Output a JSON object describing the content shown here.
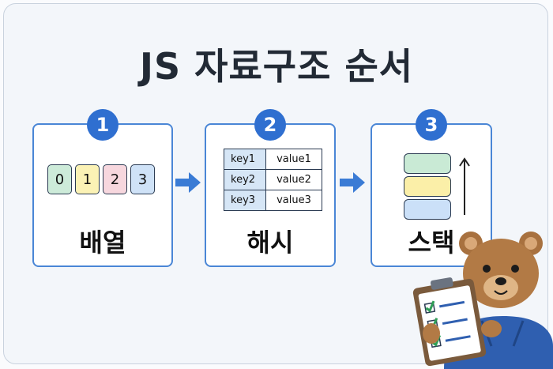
{
  "title": "JS 자료구조 순서",
  "steps": [
    {
      "number": "1",
      "label": "배열",
      "cells": [
        "0",
        "1",
        "2",
        "3"
      ]
    },
    {
      "number": "2",
      "label": "해시",
      "rows": [
        [
          "key1",
          "value1"
        ],
        [
          "key2",
          "value2"
        ],
        [
          "key3",
          "value3"
        ]
      ]
    },
    {
      "number": "3",
      "label": "스택"
    }
  ],
  "colors": {
    "accent": "#2f6fd0",
    "arrow": "#3a7bd5",
    "cell_colors": [
      "#cdebd9",
      "#fbf2b5",
      "#f7d7de",
      "#cfe2f7"
    ],
    "stack_colors": [
      "#c9ead5",
      "#fbefa8",
      "#cbe0f8"
    ]
  },
  "icons": [
    "arrow-right-icon",
    "arrow-up-icon",
    "bear-mascot",
    "clipboard-checklist-icon"
  ]
}
